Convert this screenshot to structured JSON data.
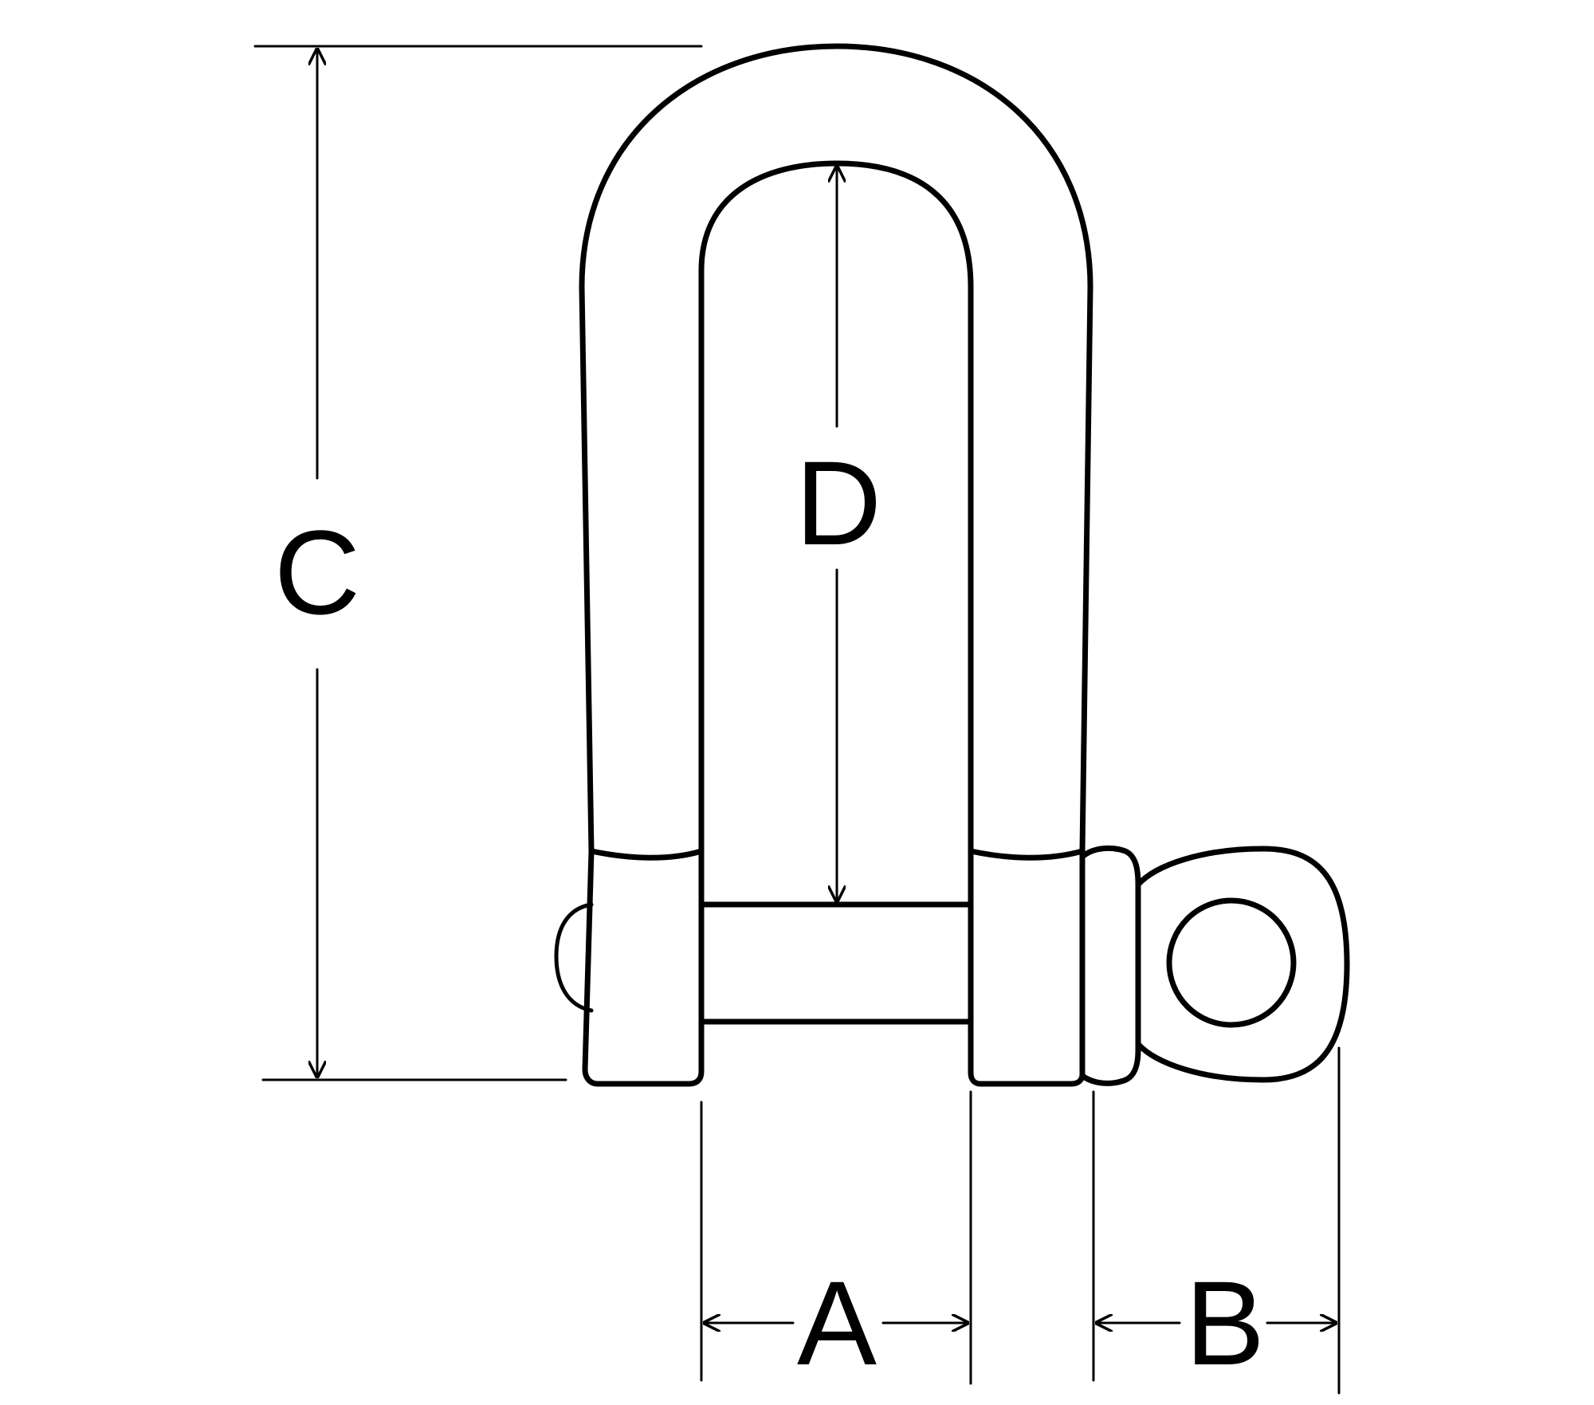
{
  "diagram": {
    "labels": {
      "a": "A",
      "b": "B",
      "c": "C",
      "d": "D"
    },
    "colors": {
      "ink": "#000000",
      "background": "#ffffff"
    },
    "subject": "d-shackle-icon"
  }
}
